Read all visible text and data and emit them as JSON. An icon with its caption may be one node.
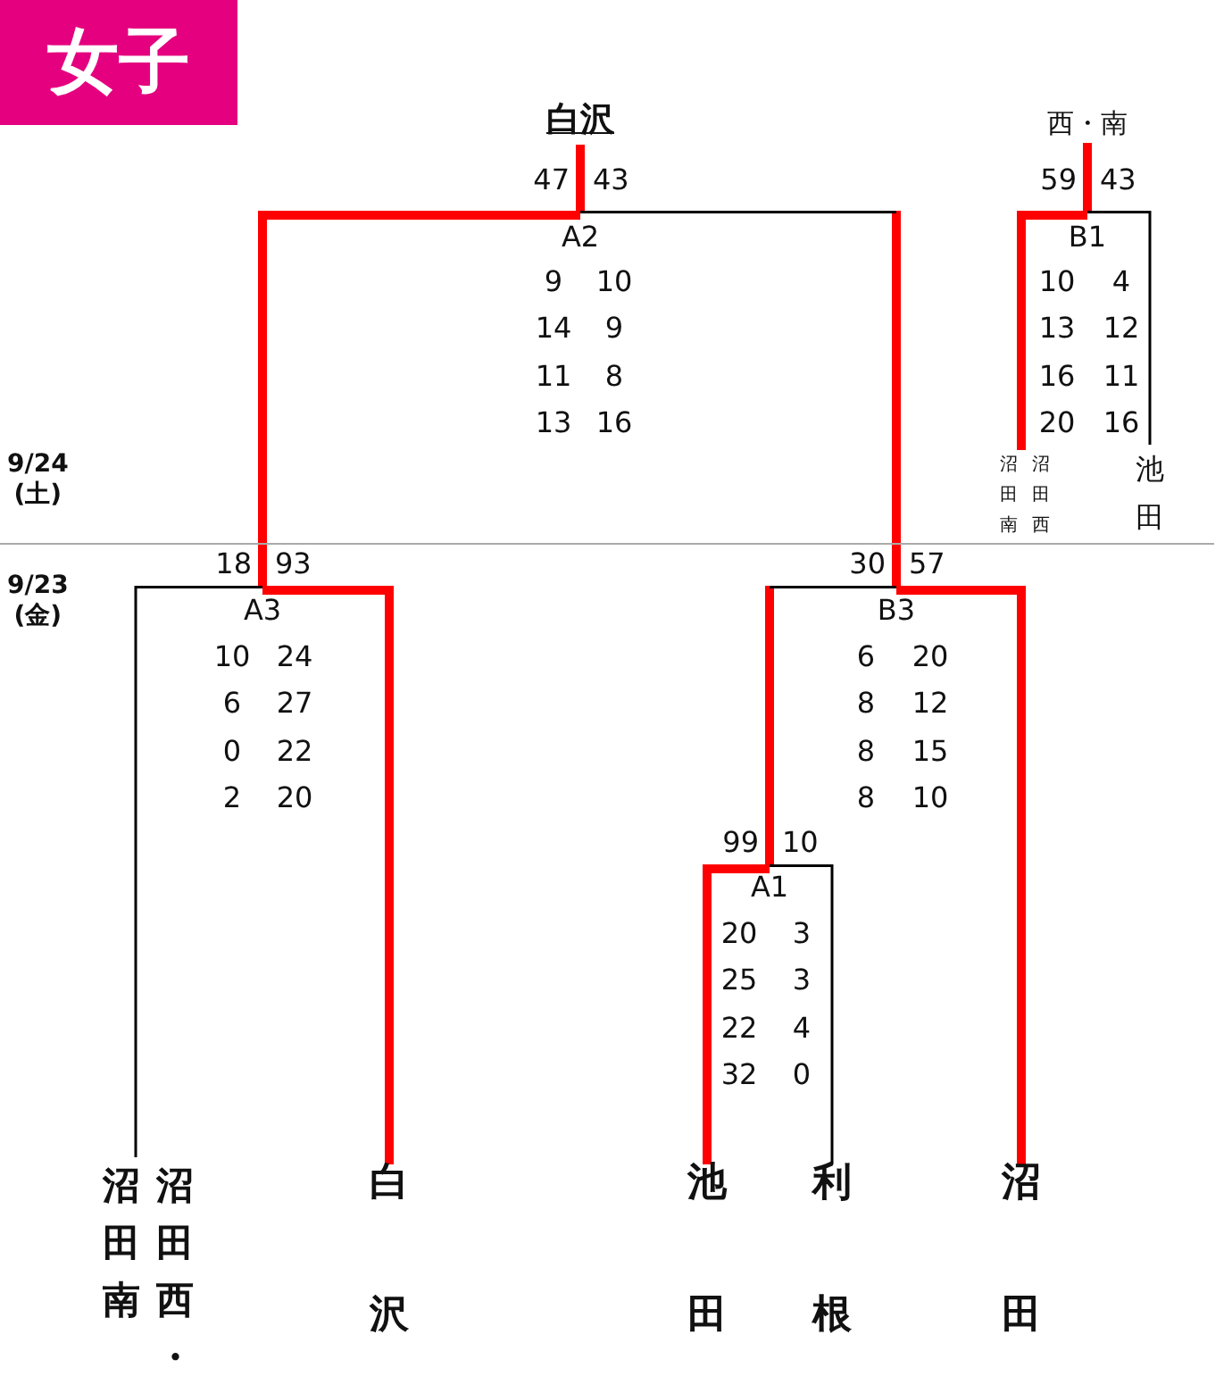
{
  "diagram": {
    "title": "女子",
    "nodes": [
      {
        "text": [
          "白沢"
        ]
      },
      {
        "text": [
          "西・南"
        ]
      },
      {
        "text": [
          "A2",
          "9",
          "10",
          "14",
          "9",
          "11",
          "8",
          "13",
          "16"
        ],
        "beside": [
          "47",
          "43"
        ]
      },
      {
        "text": [
          "B1",
          "10",
          "4",
          "13",
          "12",
          "16",
          "11",
          "20",
          "16"
        ],
        "beside": [
          "59",
          "43"
        ]
      },
      {
        "text": [
          "沼田南",
          "沼田西"
        ]
      },
      {
        "text": [
          "池田"
        ]
      },
      {
        "text": [
          "A3",
          "10",
          "24",
          "6",
          "27",
          "0",
          "22",
          "2",
          "20"
        ],
        "beside": [
          "18",
          "93"
        ]
      },
      {
        "text": [
          "B3",
          "6",
          "20",
          "8",
          "12",
          "8",
          "15",
          "8",
          "10"
        ],
        "beside": [
          "30",
          "57"
        ]
      },
      {
        "text": [
          "A1",
          "20",
          "3",
          "25",
          "3",
          "22",
          "4",
          "32",
          "0"
        ],
        "beside": [
          "99",
          "10"
        ]
      },
      {
        "text": [
          "沼田南",
          "沼田西・"
        ]
      },
      {
        "text": [
          "白沢"
        ]
      },
      {
        "text": [
          "池田"
        ]
      },
      {
        "text": [
          "利根"
        ]
      },
      {
        "text": [
          "沼田"
        ]
      }
    ],
    "edges": [
      {
        "from": 2,
        "to": 0,
        "arrow": "none"
      },
      {
        "from": 3,
        "to": 1,
        "arrow": "none"
      },
      {
        "from": 4,
        "to": 3,
        "arrow": "none"
      },
      {
        "from": 5,
        "to": 3,
        "arrow": "none",
        "color": "#000000"
      },
      {
        "from": 6,
        "to": 2,
        "arrow": "none"
      },
      {
        "from": 7,
        "to": 2,
        "arrow": "none"
      },
      {
        "from": 9,
        "to": 6,
        "arrow": "none",
        "color": "#000000"
      },
      {
        "from": 10,
        "to": 6,
        "arrow": "none"
      },
      {
        "from": 8,
        "to": 7,
        "arrow": "none"
      },
      {
        "from": 13,
        "to": 7,
        "arrow": "none"
      },
      {
        "from": 11,
        "to": 8,
        "arrow": "none"
      },
      {
        "from": 12,
        "to": 8,
        "arrow": "none",
        "color": "#000000"
      }
    ],
    "labels": [
      "9/24 (土)",
      "9/23 (金)"
    ]
  }
}
